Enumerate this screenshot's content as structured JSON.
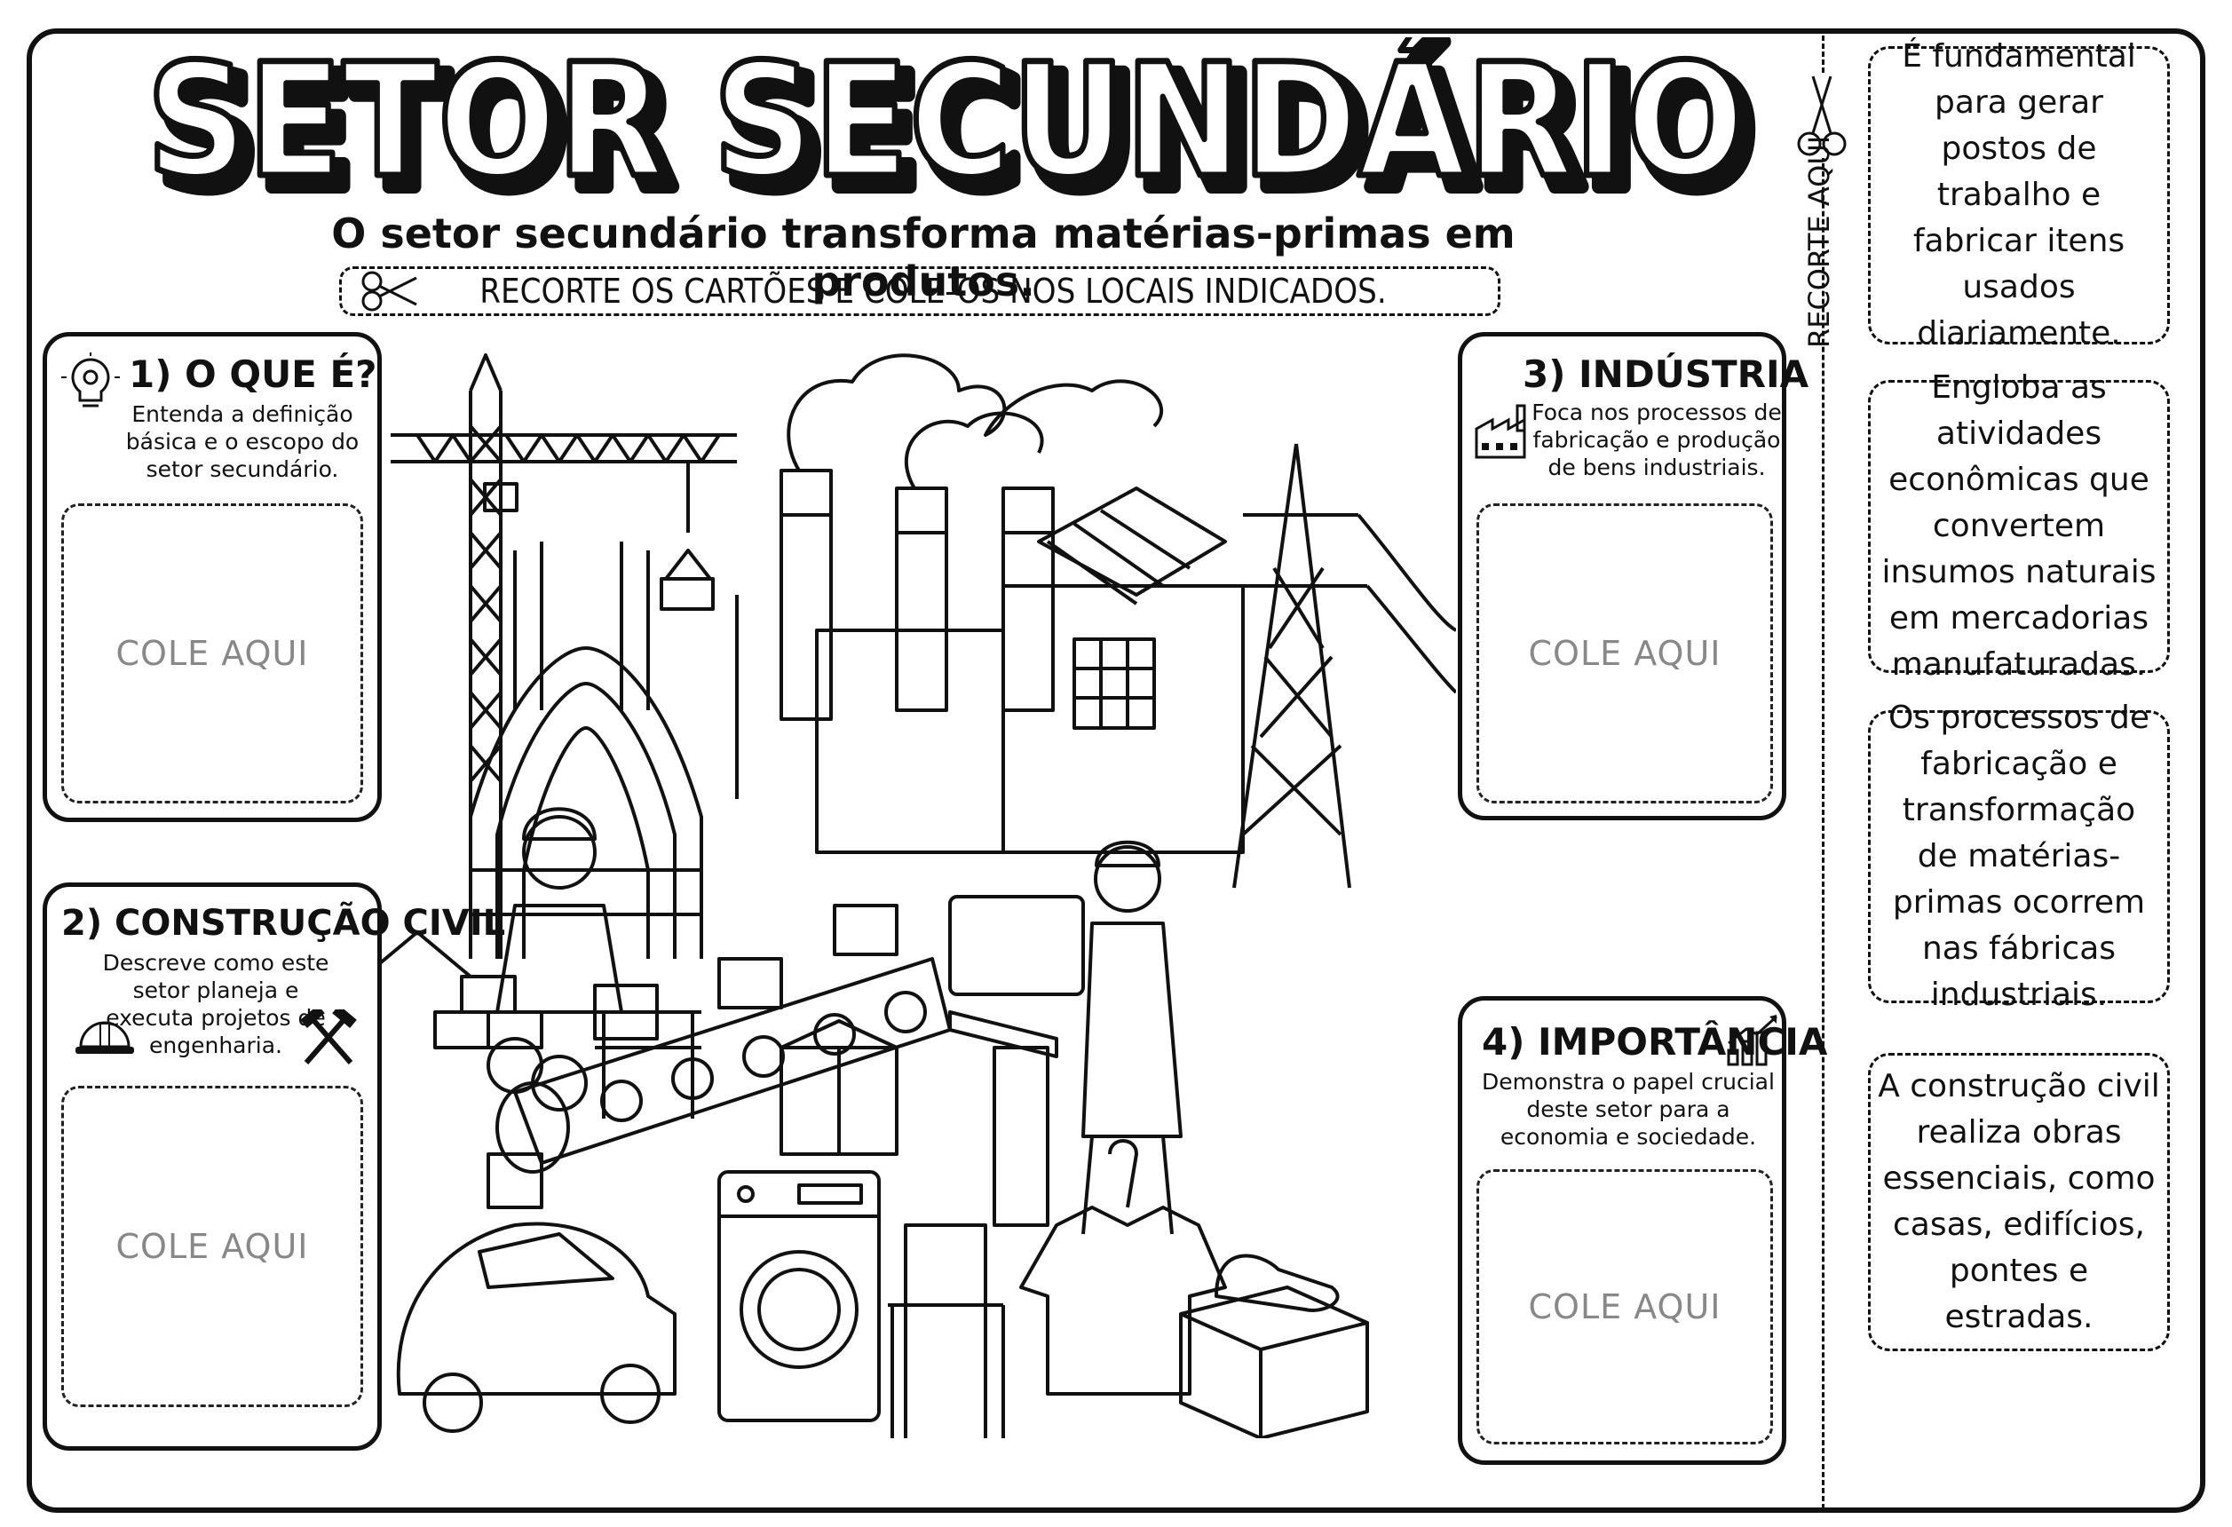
{
  "title": "SETOR SECUNDÁRIO",
  "subtitle": "O setor secundário transforma matérias-primas em produtos.",
  "instruction": "RECORTE OS CARTÕES E COLE-OS NOS LOCAIS INDICADOS.",
  "paste_label": "COLE AQUI",
  "cut_label": "RECORTE AQUI",
  "boxes": [
    {
      "heading": "1) O QUE É?",
      "description": "Entenda a definição básica e o escopo do setor secundário.",
      "icon": "lightbulb-gear-icon"
    },
    {
      "heading": "2) CONSTRUÇÃO CIVIL",
      "description": "Descreve como este setor planeja e executa projetos de engenharia.",
      "icon": "hardhat-hammer-icon"
    },
    {
      "heading": "3) INDÚSTRIA",
      "description": "Foca nos processos de fabricação e produção de bens industriais.",
      "icon": "factory-icon"
    },
    {
      "heading": "4) IMPORTÂNCIA",
      "description": "Demonstra o papel crucial deste setor para a economia e sociedade.",
      "icon": "growth-chart-icon"
    }
  ],
  "cards": [
    "É fundamental para gerar postos de trabalho e fabricar itens usados diariamente.",
    "Engloba as atividades econômicas que convertem insumos naturais em mercadorias manufaturadas.",
    "Os processos de fabricação e transformação de matérias-primas ocorrem nas fábricas industriais.",
    "A construção civil realiza obras essenciais, como casas, edifícios, pontes e estradas."
  ]
}
